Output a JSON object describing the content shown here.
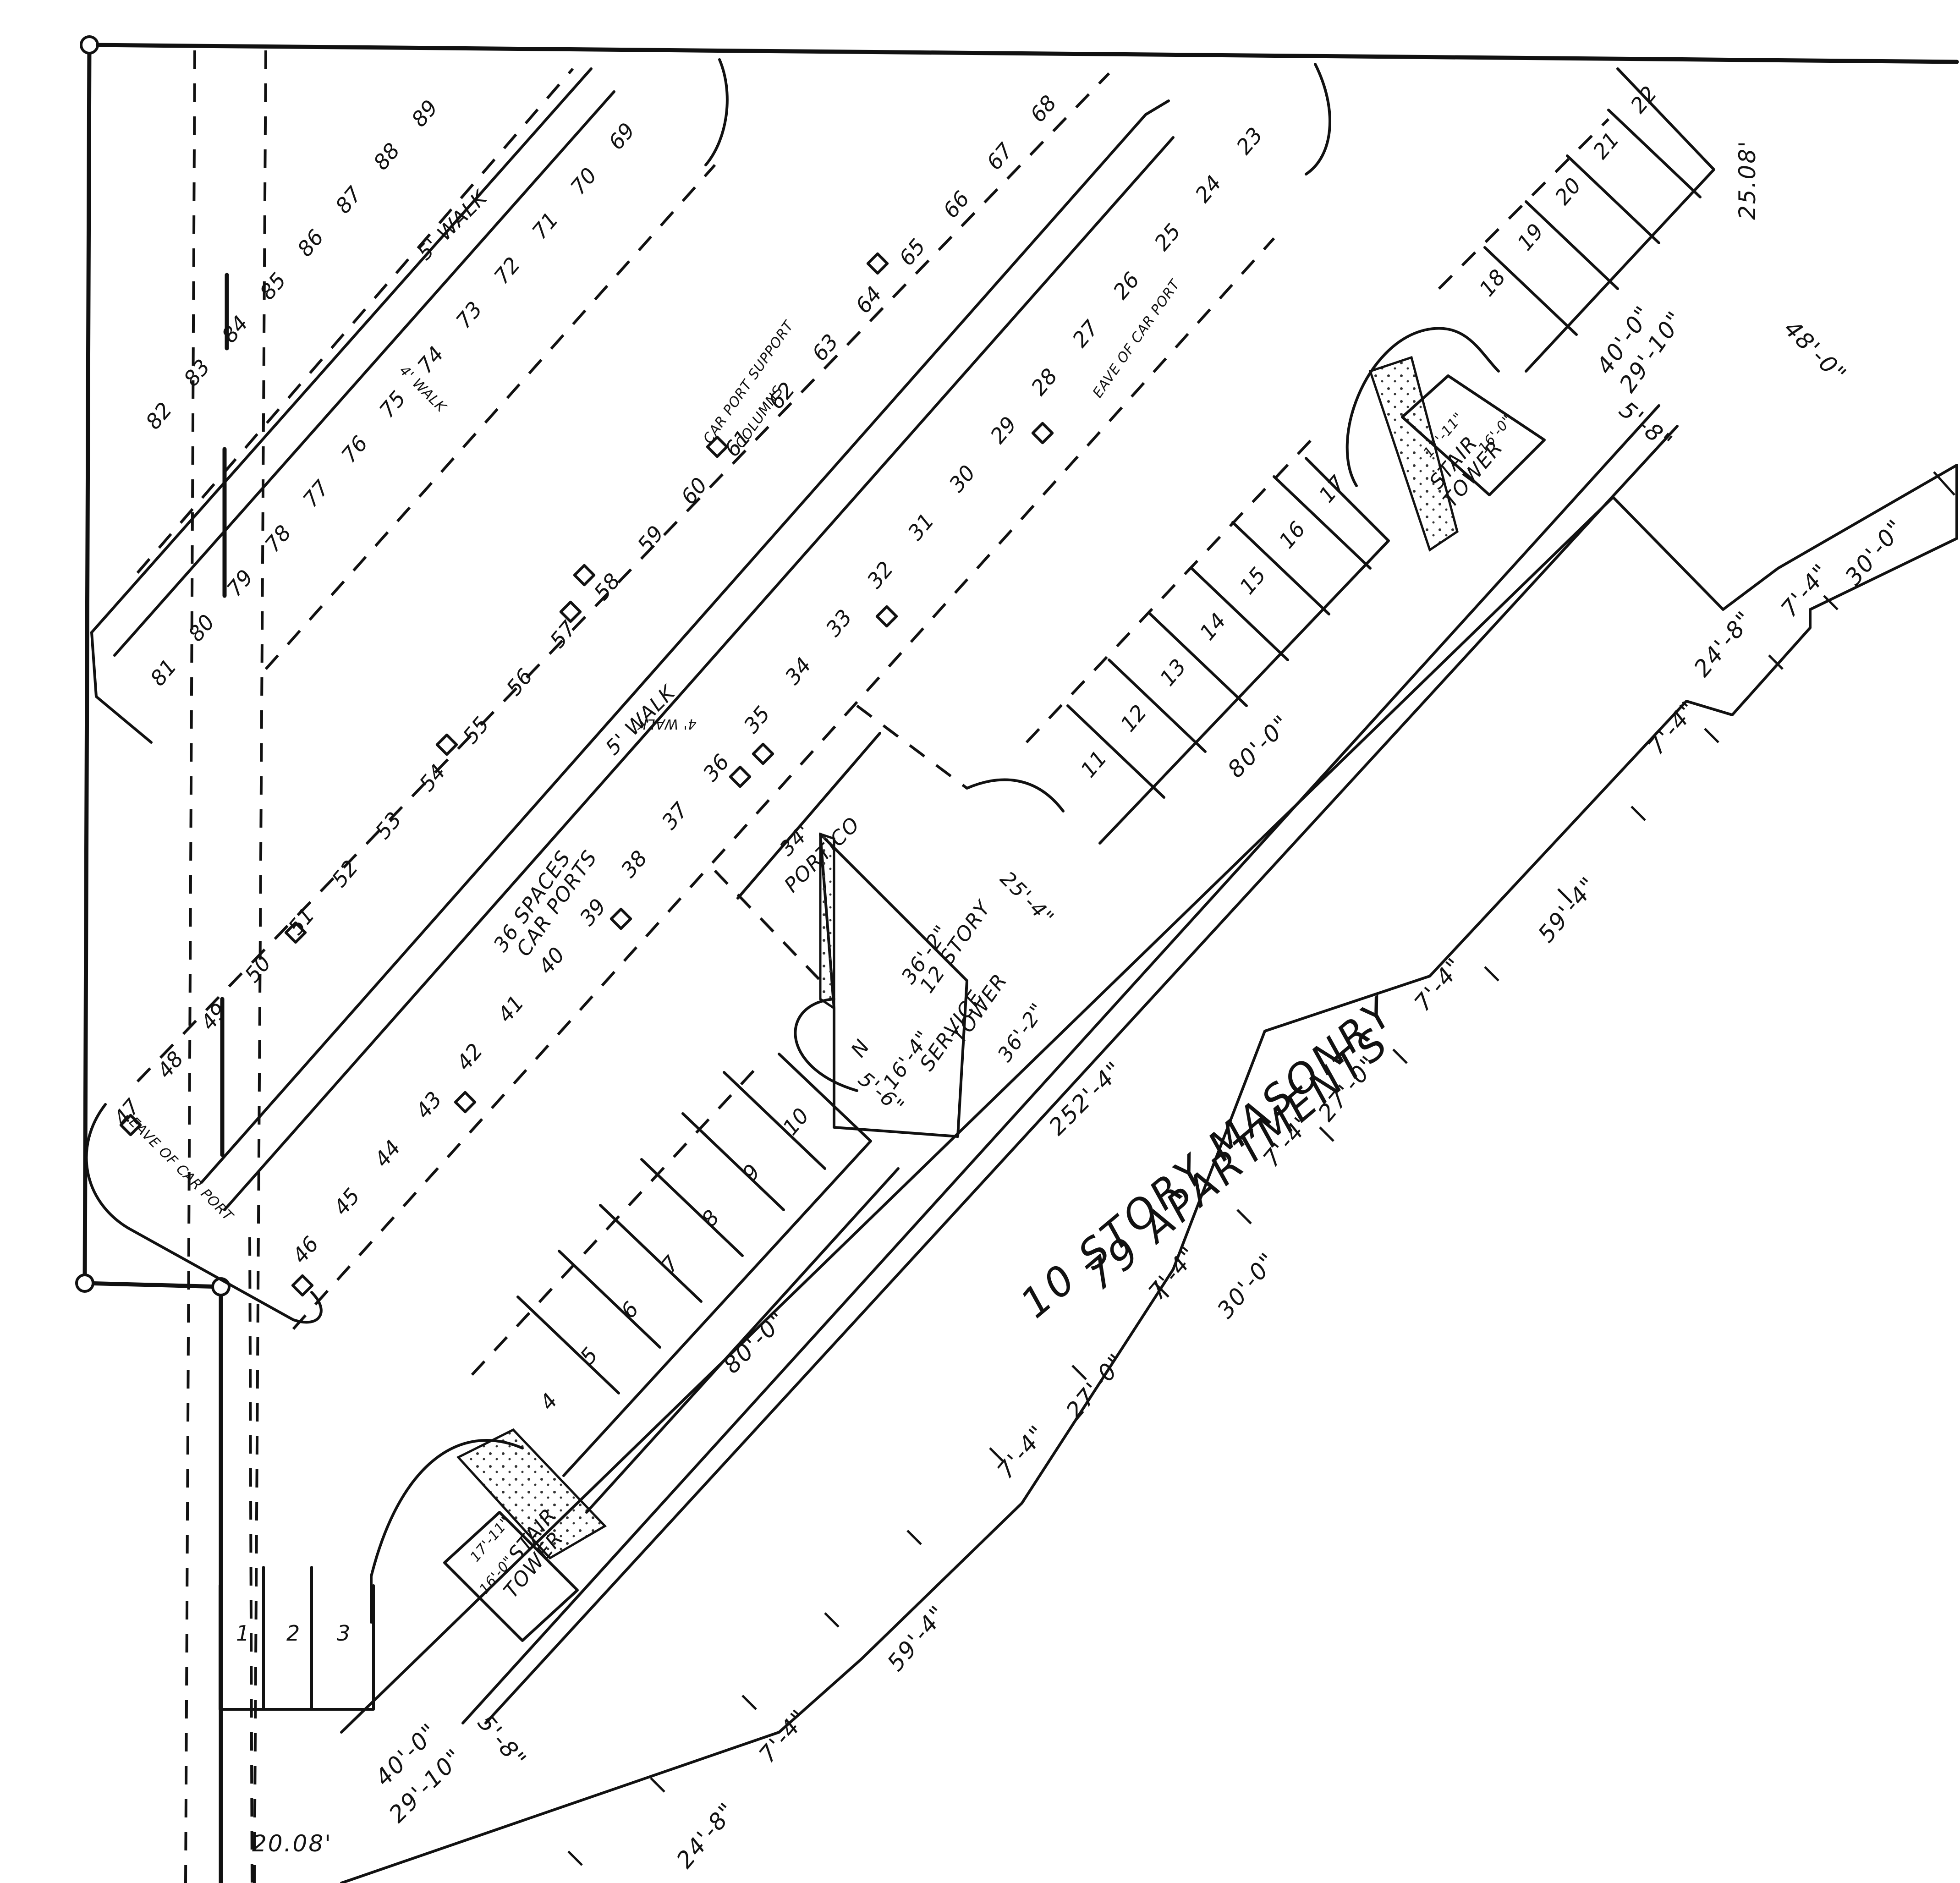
{
  "building": {
    "title_line1": "10 STORY MASONRY",
    "title_line2": "79 APARTMENTS",
    "length": "252'-4\"",
    "dims": [
      "40'-0\"",
      "29'-10\"",
      "5'-8\"",
      "24'-8\"",
      "7'-4\"",
      "59'-4\"",
      "7'-4\"",
      "27'-0\"",
      "7'-4\"",
      "30'-0\"",
      "7'-4\"",
      "27'-0\"",
      "7'-4\"",
      "59'-4\"",
      "7'-4\"",
      "24'-8\"",
      "7'-4\"",
      "30'-0\"",
      "48'-0\"",
      "29'-10\"",
      "40'-0\"",
      "5'-8\""
    ]
  },
  "property": {
    "left_width": "20.08'",
    "right_width": "25.08'"
  },
  "service_tower": {
    "line1": "12 STORY",
    "line2": "SERVICE",
    "line3": "TOWER",
    "dim_top": "36'-2\"",
    "dim_bottom": "36'-2\"",
    "dim_right": "25'-4\"",
    "dim_left": "16'-4\"",
    "dim_n": "N",
    "dim_gap": "5'-6\""
  },
  "stair_towers": [
    {
      "label_line1": "STAIR",
      "label_line2": "TOWER",
      "dim_a": "17'-11\"",
      "dim_b": "16'-0\""
    },
    {
      "label_line1": "STAIR",
      "label_line2": "TOWER",
      "dim_a": "17'-11\"",
      "dim_b": "16'-0\""
    }
  ],
  "portico": {
    "width": "34'",
    "label": "PORTICO"
  },
  "walkways": {
    "walk_5": "5' WALK",
    "walk_5b": "5' WALK",
    "walk_4": "4' WALK",
    "walk_4b": "4' WALK",
    "dim_80a": "80'-0\"",
    "dim_80b": "80'-0\""
  },
  "notes": {
    "carport_columns_1": "CAR PORT SUPPORT",
    "carport_columns_2": "COLUMNS",
    "eave_top": "EAVE OF CAR PORT",
    "eave_bottom": "EAVE OF CAR PORT",
    "spaces_1": "36 SPACES",
    "spaces_2": "CAR PORTS"
  },
  "parking_rows": {
    "row_front": [
      "4",
      "5",
      "6",
      "7",
      "8",
      "9",
      "10"
    ],
    "row_mid_a": [
      "11",
      "12",
      "13",
      "14",
      "15",
      "16",
      "17"
    ],
    "row_mid_b": [
      "18",
      "19",
      "20",
      "21",
      "22"
    ],
    "row_c_top": [
      "23",
      "24",
      "25",
      "26",
      "27",
      "28",
      "29",
      "30",
      "31",
      "32",
      "33",
      "34",
      "35",
      "36",
      "37",
      "38",
      "39",
      "40",
      "41",
      "42",
      "43",
      "44",
      "45",
      "46"
    ],
    "row_d": [
      "47",
      "48",
      "49",
      "50",
      "51",
      "52",
      "53",
      "54",
      "55",
      "56",
      "57",
      "58",
      "59",
      "60",
      "61",
      "62",
      "63",
      "64",
      "65",
      "66",
      "67",
      "68"
    ],
    "row_e": [
      "69",
      "70",
      "71",
      "72",
      "73",
      "74",
      "75",
      "76",
      "77",
      "78",
      "79",
      "80",
      "81"
    ],
    "row_f": [
      "82",
      "83",
      "84",
      "85",
      "86",
      "87",
      "88",
      "89"
    ],
    "row_street": [
      "1",
      "2",
      "3"
    ]
  }
}
